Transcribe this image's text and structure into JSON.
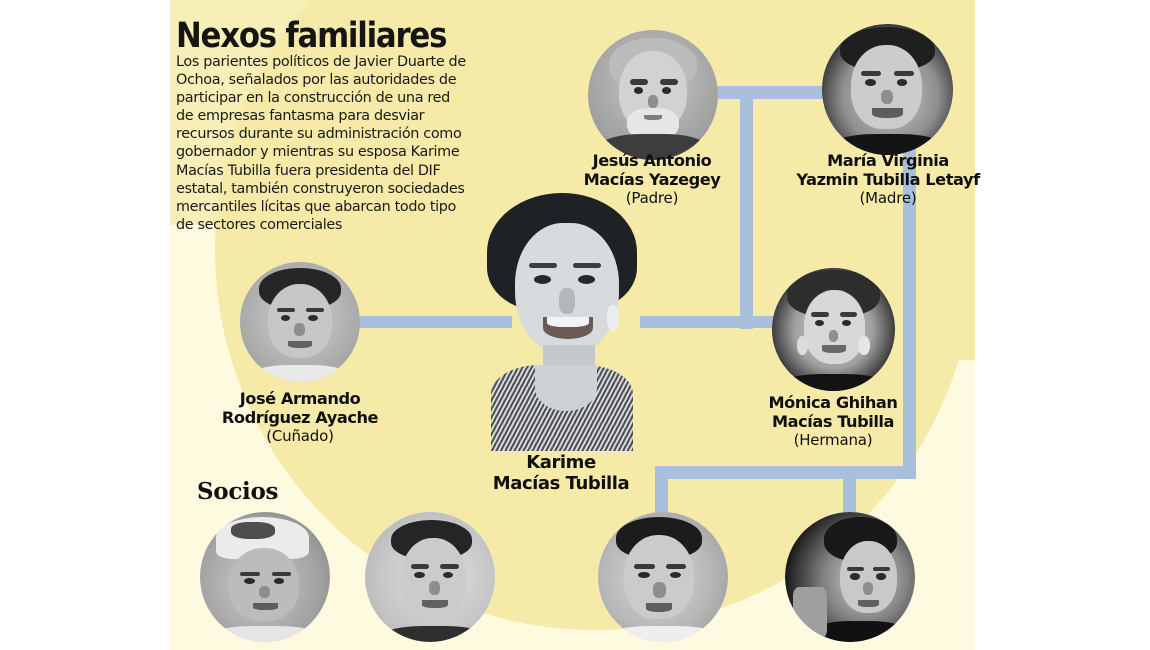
{
  "graphic": {
    "headline": "Nexos familiares",
    "deck": "Los parientes políticos de Javier Duarte de Ochoa, señalados por las autoridades de participar en la construcción de una red de empresas fantasma para desviar recursos durante su administración como gobernador y mientras su esposa Karime Macías Tubilla fuera presidenta del DIF estatal, también construyeron sociedades mercantiles lícitas que abarcan todo tipo de sectores comerciales",
    "socios_label": "Socios",
    "colors": {
      "background": "#ffffff",
      "panel_cream": "#fdfae0",
      "panel_yellow": "#f5eaa8",
      "connector": "#a9c0dd",
      "text": "#101010"
    }
  },
  "people": {
    "father": {
      "name_line1": "Jesús Antonio",
      "name_line2": "Macías Yazegey",
      "relation": "(Padre)"
    },
    "mother": {
      "name_line1": "María Virginia",
      "name_line2": "Yazmin Tubilla Letayf",
      "relation": "(Madre)"
    },
    "brother_in_law": {
      "name_line1": "José Armando",
      "name_line2": "Rodríguez Ayache",
      "relation": "(Cuñado)"
    },
    "center": {
      "name_line1": "Karime",
      "name_line2": "Macías Tubilla",
      "relation": ""
    },
    "sister": {
      "name_line1": "Mónica Ghihan",
      "name_line2": "Macías Tubilla",
      "relation": "(Hermana)"
    }
  },
  "socios": [
    {
      "label": ""
    },
    {
      "label": ""
    },
    {
      "label": ""
    },
    {
      "label": ""
    }
  ]
}
